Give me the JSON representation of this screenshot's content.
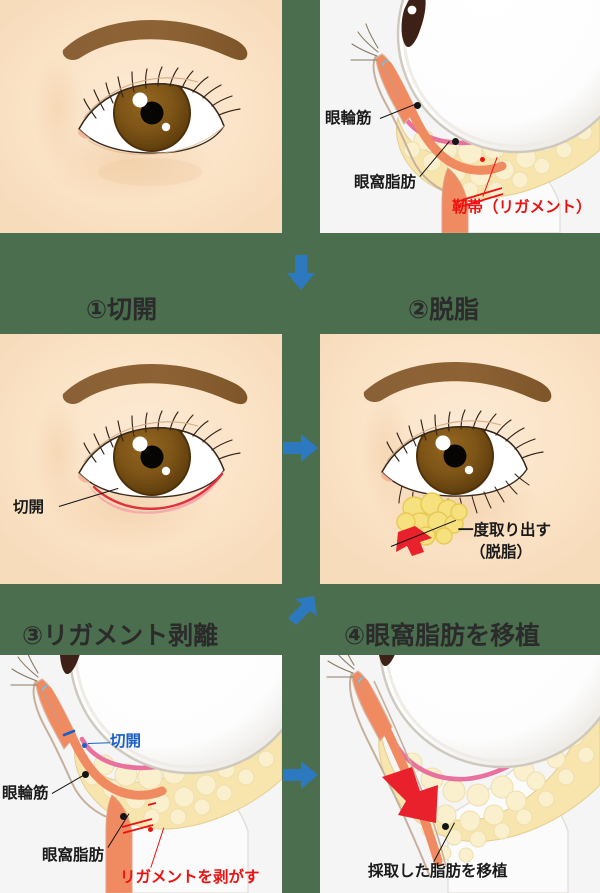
{
  "meta": {
    "figure_title": "下眼瞼脱脂＋眼窩脂肪移植の手術手順図",
    "background_color": "#4a6e4e",
    "skin_color": "#fbe3c6",
    "panel_color": "#f5f5f5",
    "arrow_color": "#2d79bf",
    "red_color": "#ee1111",
    "blue_label_color": "#1a5fc8",
    "black_label_color": "#1a1a1a"
  },
  "rows": {
    "row1": {
      "panel_left": {
        "name": "術前の目もと（正面図）",
        "labels": []
      },
      "panel_right": {
        "name": "術前の断面図",
        "labels": [
          {
            "id": "orbicularis",
            "text": "眼輪筋",
            "color": "black"
          },
          {
            "id": "orbital-fat",
            "text": "眼窩脂肪",
            "color": "black"
          },
          {
            "id": "ligament",
            "text": "靭帯（リガメント）",
            "color": "red"
          }
        ]
      }
    },
    "row2": {
      "step_left": "①切開",
      "step_right": "②脱脂",
      "panel_left": {
        "name": "切開の図",
        "labels": [
          {
            "id": "incision",
            "text": "切開",
            "color": "black"
          }
        ]
      },
      "panel_right": {
        "name": "脱脂の図",
        "labels": [
          {
            "id": "extract-line1",
            "text": "一度取り出す",
            "color": "black"
          },
          {
            "id": "extract-line2",
            "text": "（脱脂）",
            "color": "black"
          }
        ]
      }
    },
    "row3": {
      "step_left": "③リガメント剥離",
      "step_right": "④眼窩脂肪を移植",
      "panel_left": {
        "name": "リガメント剥離の断面図",
        "labels": [
          {
            "id": "incision",
            "text": "切開",
            "color": "blue"
          },
          {
            "id": "orbicularis",
            "text": "眼輪筋",
            "color": "black"
          },
          {
            "id": "orbital-fat",
            "text": "眼窩脂肪",
            "color": "black"
          },
          {
            "id": "peel-ligament",
            "text": "リガメントを剥がす",
            "color": "red"
          }
        ]
      },
      "panel_right": {
        "name": "眼窩脂肪移植の断面図",
        "labels": [
          {
            "id": "graft-fat",
            "text": "採取した脂肪を移植",
            "color": "black"
          }
        ]
      }
    }
  },
  "flow_arrows": [
    {
      "id": "arrow-row1-to-row2",
      "direction": "down"
    },
    {
      "id": "arrow-step1-to-step2",
      "direction": "right"
    },
    {
      "id": "arrow-row2-to-row3",
      "direction": "down-left-diagonal"
    },
    {
      "id": "arrow-step3-to-step4",
      "direction": "right"
    }
  ]
}
